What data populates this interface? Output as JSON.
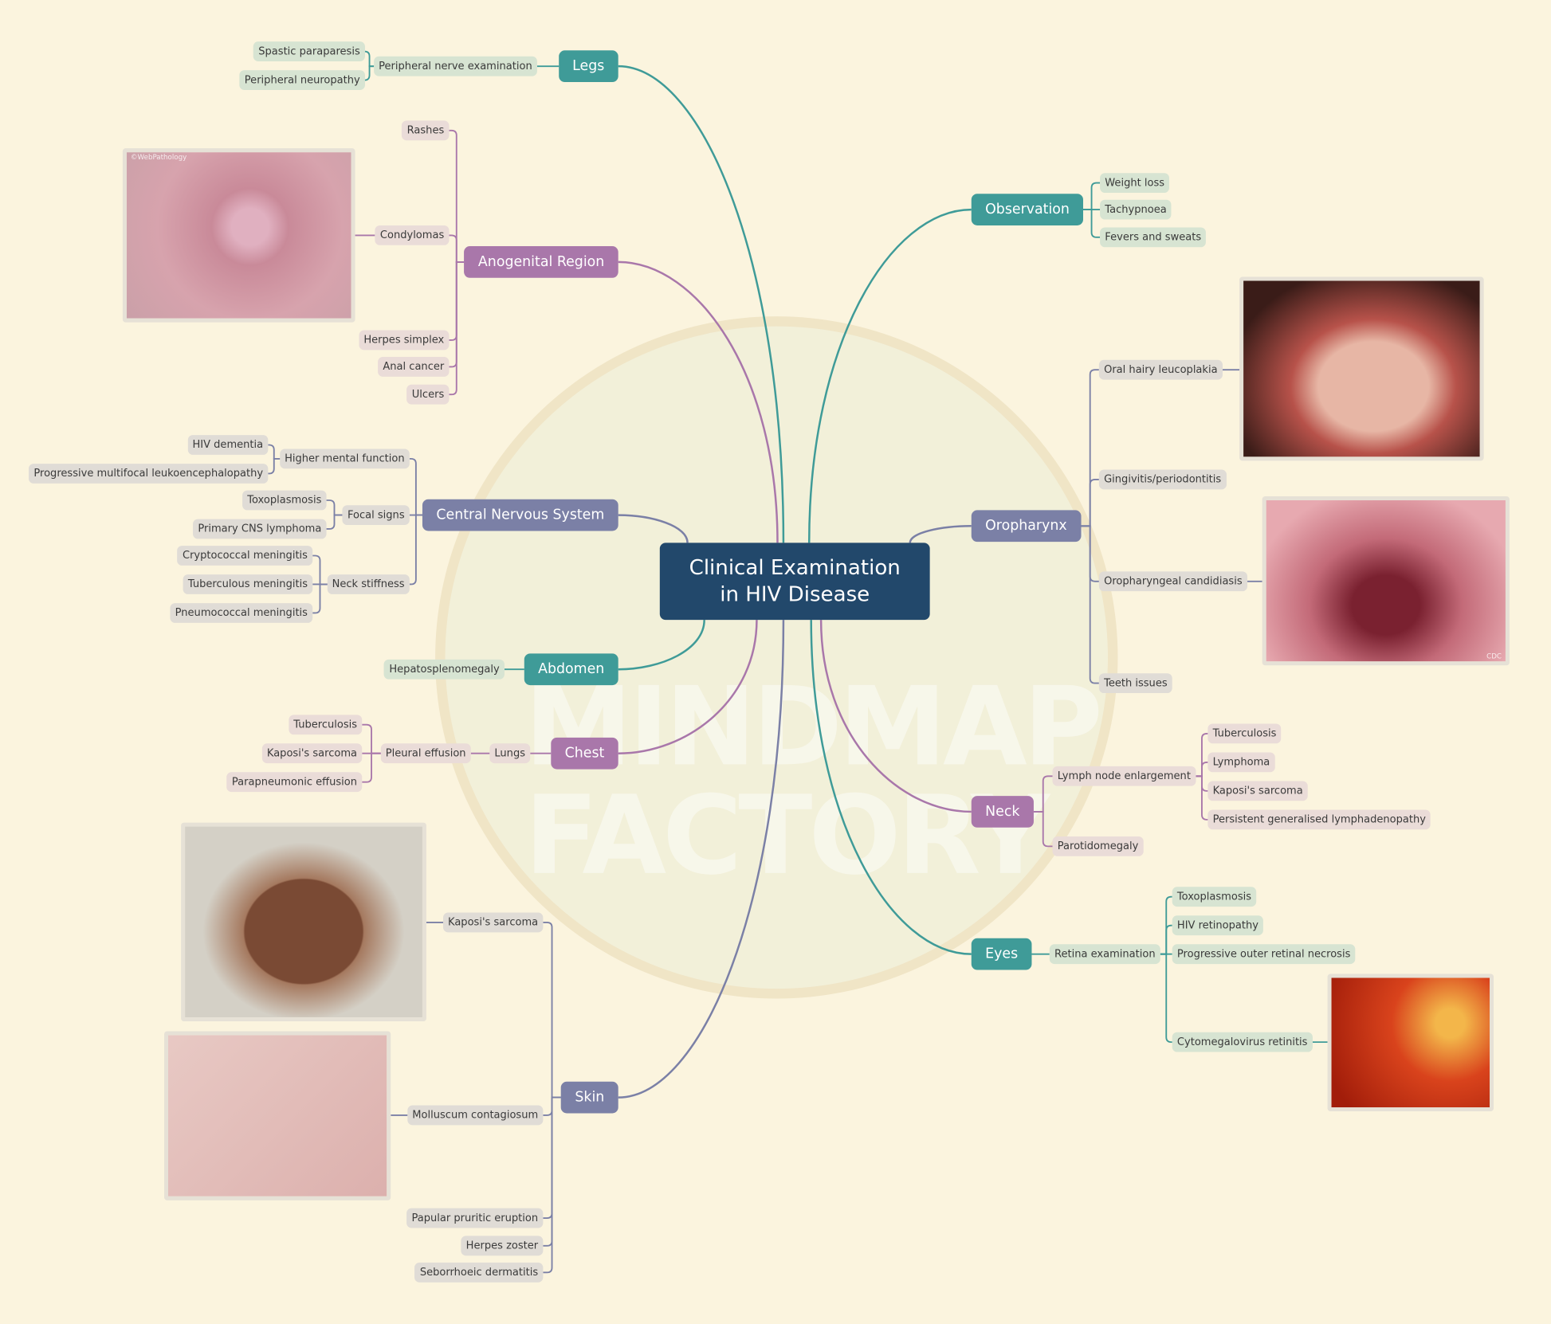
{
  "central": {
    "title_lines": [
      "Clinical Examination",
      "in HIV Disease"
    ]
  },
  "watermark": "MINDMAP FACTORY",
  "colors": {
    "background": "#fbf4de",
    "central": "#22486b",
    "teal": "#3f9b98",
    "purple": "#a977aa",
    "slate": "#7b80a6"
  },
  "branches": [
    {
      "label": "Legs",
      "theme": "teal",
      "side": "left",
      "children": [
        {
          "label": "Peripheral nerve examination",
          "children": [
            {
              "label": "Spastic paraparesis"
            },
            {
              "label": "Peripheral neuropathy"
            }
          ]
        }
      ]
    },
    {
      "label": "Anogenital Region",
      "theme": "purple",
      "side": "left",
      "children": [
        {
          "label": "Rashes"
        },
        {
          "label": "Condylomas",
          "image": {
            "name": "condyloma-photo",
            "caption": "©WebPathology"
          }
        },
        {
          "label": "Herpes simplex"
        },
        {
          "label": "Anal cancer"
        },
        {
          "label": "Ulcers"
        }
      ]
    },
    {
      "label": "Central Nervous System",
      "theme": "slate",
      "side": "left",
      "children": [
        {
          "label": "Higher mental function",
          "children": [
            {
              "label": "HIV dementia"
            },
            {
              "label": "Progressive multifocal leukoencephalopathy"
            }
          ]
        },
        {
          "label": "Focal signs",
          "children": [
            {
              "label": "Toxoplasmosis"
            },
            {
              "label": "Primary CNS lymphoma"
            }
          ]
        },
        {
          "label": "Neck stiffness",
          "children": [
            {
              "label": "Cryptococcal meningitis"
            },
            {
              "label": "Tuberculous meningitis"
            },
            {
              "label": "Pneumococcal meningitis"
            }
          ]
        }
      ]
    },
    {
      "label": "Abdomen",
      "theme": "teal",
      "side": "left",
      "children": [
        {
          "label": "Hepatosplenomegaly"
        }
      ]
    },
    {
      "label": "Chest",
      "theme": "purple",
      "side": "left",
      "children": [
        {
          "label": "Lungs",
          "children": [
            {
              "label": "Pleural effusion",
              "children": [
                {
                  "label": "Tuberculosis"
                },
                {
                  "label": "Kaposi's sarcoma"
                },
                {
                  "label": "Parapneumonic effusion"
                }
              ]
            }
          ]
        }
      ]
    },
    {
      "label": "Skin",
      "theme": "slate",
      "side": "left",
      "children": [
        {
          "label": "Kaposi's sarcoma",
          "image": {
            "name": "kaposi-sarcoma-photo"
          }
        },
        {
          "label": "Molluscum contagiosum",
          "image": {
            "name": "molluscum-photo"
          }
        },
        {
          "label": "Papular pruritic eruption"
        },
        {
          "label": "Herpes zoster"
        },
        {
          "label": "Seborrhoeic dermatitis"
        }
      ]
    },
    {
      "label": "Observation",
      "theme": "teal",
      "side": "right",
      "children": [
        {
          "label": "Weight loss"
        },
        {
          "label": "Tachypnoea"
        },
        {
          "label": "Fevers and sweats"
        }
      ]
    },
    {
      "label": "Oropharynx",
      "theme": "slate",
      "side": "right",
      "children": [
        {
          "label": "Oral hairy leucoplakia",
          "image": {
            "name": "oral-hairy-leucoplakia-photo"
          }
        },
        {
          "label": "Gingivitis/periodontitis"
        },
        {
          "label": "Oropharyngeal candidiasis",
          "image": {
            "name": "candidiasis-photo",
            "caption": "CDC"
          }
        },
        {
          "label": "Teeth issues"
        }
      ]
    },
    {
      "label": "Neck",
      "theme": "purple",
      "side": "right",
      "children": [
        {
          "label": "Lymph node enlargement",
          "children": [
            {
              "label": "Tuberculosis"
            },
            {
              "label": "Lymphoma"
            },
            {
              "label": "Kaposi's sarcoma"
            },
            {
              "label": "Persistent generalised lymphadenopathy"
            }
          ]
        },
        {
          "label": "Parotidomegaly"
        }
      ]
    },
    {
      "label": "Eyes",
      "theme": "teal",
      "side": "right",
      "children": [
        {
          "label": "Retina examination",
          "children": [
            {
              "label": "Toxoplasmosis"
            },
            {
              "label": "HIV retinopathy"
            },
            {
              "label": "Progressive outer retinal necrosis"
            },
            {
              "label": "Cytomegalovirus retinitis",
              "image": {
                "name": "cmv-retinitis-photo"
              }
            }
          ]
        }
      ]
    }
  ]
}
